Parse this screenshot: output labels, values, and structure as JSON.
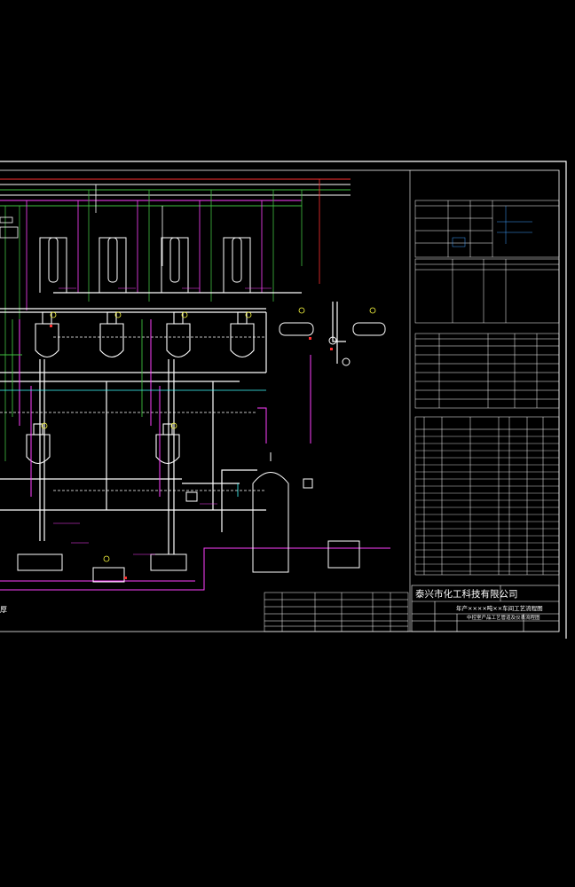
{
  "title_block": {
    "company": "泰兴市化工科技有限公司",
    "project": "年产××××吨××车间工艺流程图",
    "drawing_title": "中控室产品工艺管道及仪表流程图"
  },
  "left_edge_label": "厚",
  "colors": {
    "background": "#000000",
    "frame": "#ffffff",
    "process_line": "#ffffff",
    "magenta": "#ff40ff",
    "green": "#40c040",
    "cyan": "#40ffff",
    "yellow": "#ffff40",
    "red": "#ff3030"
  }
}
